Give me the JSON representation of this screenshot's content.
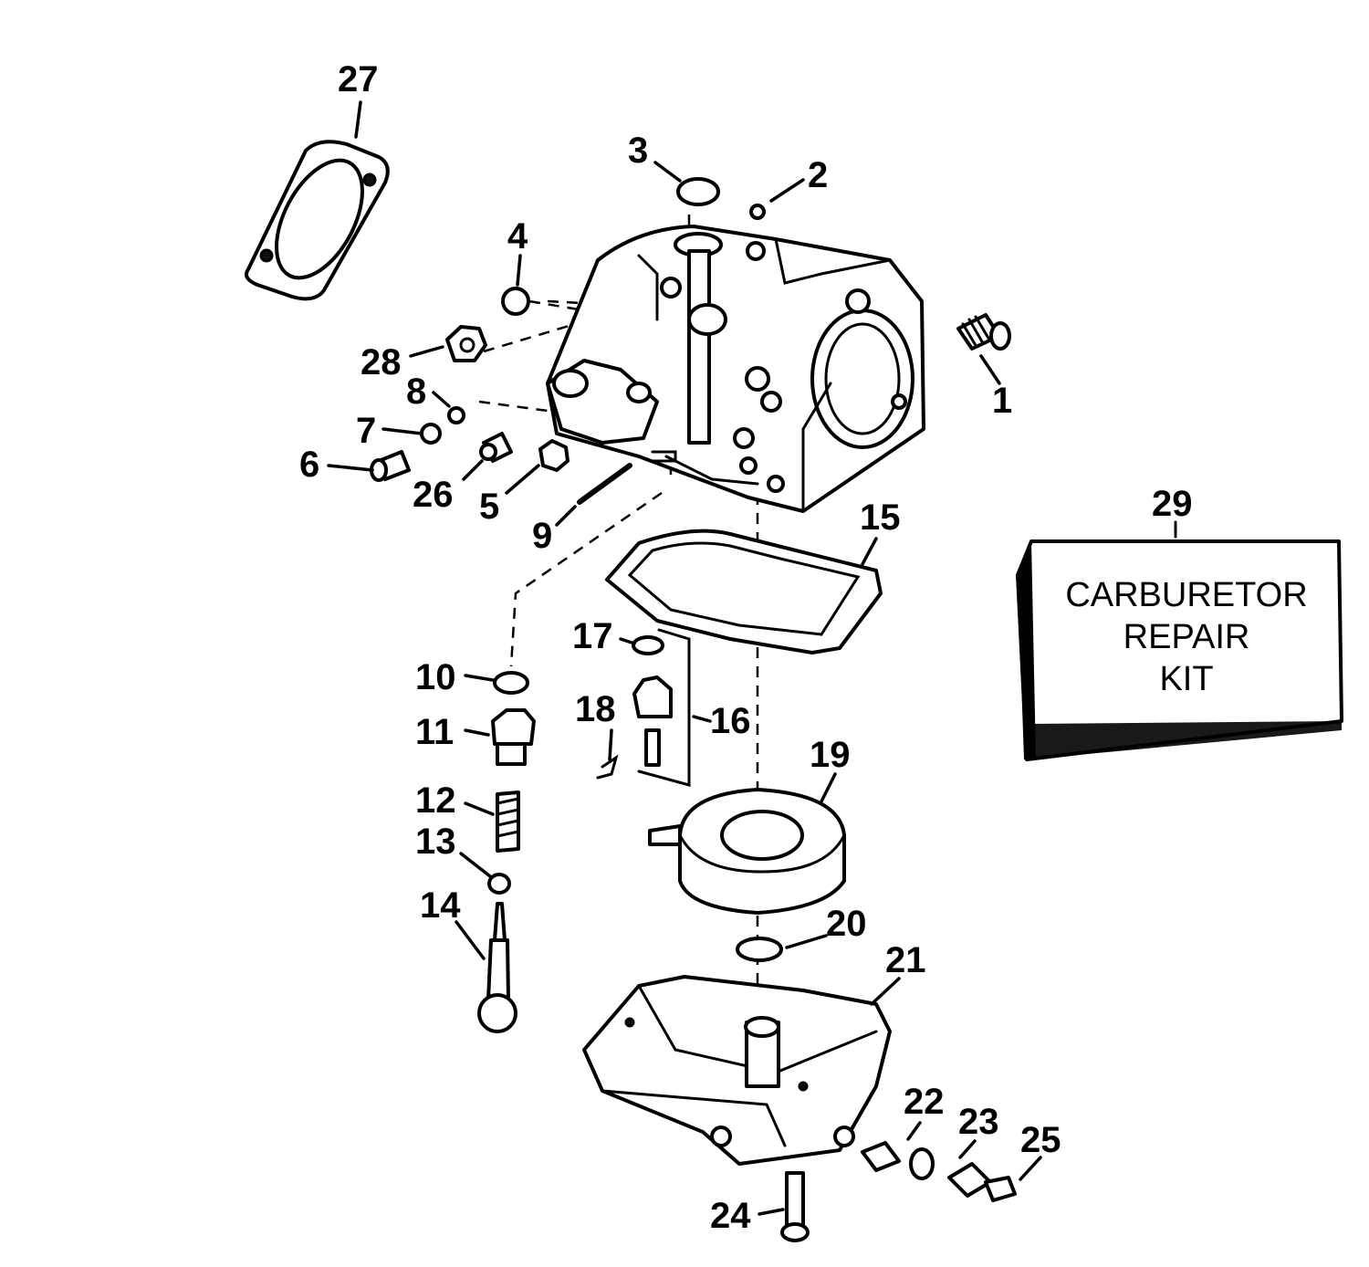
{
  "callouts": {
    "c1": "1",
    "c2": "2",
    "c3": "3",
    "c4": "4",
    "c5": "5",
    "c6": "6",
    "c7": "7",
    "c8": "8",
    "c9": "9",
    "c10": "10",
    "c11": "11",
    "c12": "12",
    "c13": "13",
    "c14": "14",
    "c15": "15",
    "c16": "16",
    "c17": "17",
    "c18": "18",
    "c19": "19",
    "c20": "20",
    "c21": "21",
    "c22": "22",
    "c23": "23",
    "c24": "24",
    "c25": "25",
    "c26": "26",
    "c27": "27",
    "c28": "28",
    "c29": "29"
  },
  "kit_box": {
    "line1": "CARBURETOR",
    "line2": "REPAIR",
    "line3": "KIT"
  }
}
